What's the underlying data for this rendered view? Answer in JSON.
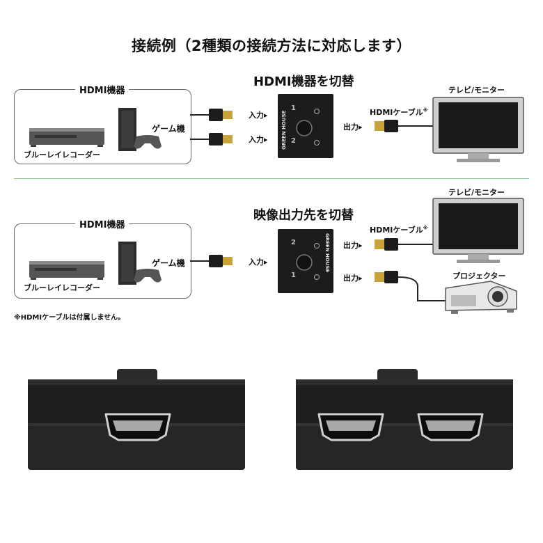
{
  "title": "接続例（2種類の接続方法に対応します）",
  "diagram1": {
    "heading": "HDMI機器を切替",
    "group_label": "HDMI機器",
    "device_recorder": "ブルーレイレコーダー",
    "device_game": "ゲーム機",
    "input1": "入力",
    "input2": "入力",
    "cable_label": "HDMIケーブル",
    "cable_mark": "※",
    "output": "出力",
    "tv_label": "テレビ/モニター",
    "switch_brand": "GREEN HOUSE",
    "port1": "1",
    "port2": "2"
  },
  "diagram2": {
    "heading": "映像出力先を切替",
    "group_label": "HDMI機器",
    "device_recorder": "ブルーレイレコーダー",
    "device_game": "ゲーム機",
    "input": "入力",
    "cable_label": "HDMIケーブル",
    "cable_mark": "※",
    "output1": "出力",
    "output2": "出力",
    "tv_label": "テレビ/モニター",
    "projector_label": "プロジェクター",
    "switch_brand": "GREEN HOUSE",
    "port1": "1",
    "port2": "2"
  },
  "note": "※HDMIケーブルは付属しません。",
  "colors": {
    "divider": "#8cc79a",
    "connector_gold": "#c9a23a",
    "device_dark": "#1c1c1c"
  }
}
